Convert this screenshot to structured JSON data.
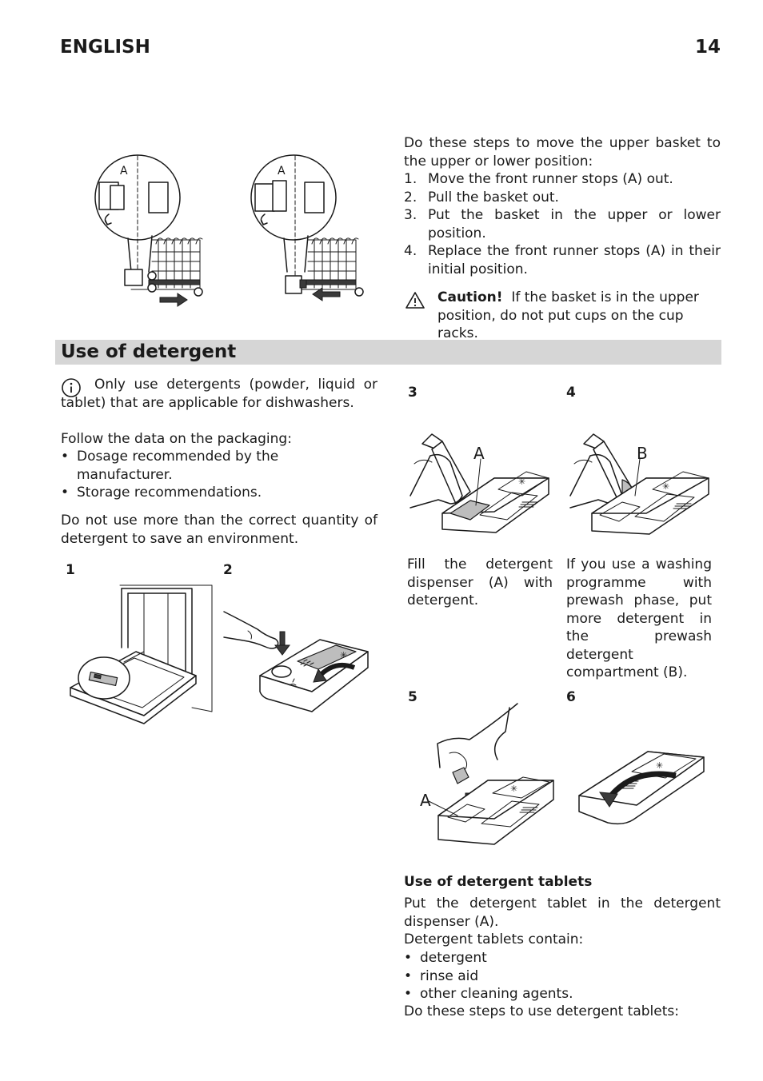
{
  "header": {
    "language": "ENGLISH",
    "page_number": "14"
  },
  "basket": {
    "figure_label_a": "A",
    "intro": "Do these steps to move the upper basket to the upper or lower position:",
    "steps": [
      {
        "num": "1.",
        "text": "Move the front runner stops (A) out."
      },
      {
        "num": "2.",
        "text": "Pull the basket out."
      },
      {
        "num": "3.",
        "text": "Put the basket in the upper or lower position."
      },
      {
        "num": "4.",
        "text": "Replace the front runner stops (A) in their initial position."
      }
    ],
    "caution_label": "Caution!",
    "caution_text": "If the basket is in the upper position, do not put cups on the cup racks."
  },
  "section": {
    "title": "Use of detergent"
  },
  "detergent": {
    "info_text": "Only use detergents (powder, liquid or tablet) that are applicable for dishwashers.",
    "follow": "Follow the data on the packaging:",
    "bullets": [
      "Dosage recommended by the manufacturer.",
      "Storage recommendations."
    ],
    "quantity_note": "Do not use more than the correct quantity of detergent to save an environment."
  },
  "figures": {
    "fig1_num": "1",
    "fig2_num": "2",
    "fig3_num": "3",
    "fig4_num": "4",
    "fig5_num": "5",
    "fig6_num": "6",
    "fig3_label": "A",
    "fig4_label": "B",
    "fig5_label": "A",
    "fig3_caption": "Fill the detergent dispenser (A) with detergent.",
    "fig4_caption": "If you use a washing programme with prewash phase, put more detergent in the prewash detergent compartment (B)."
  },
  "tablets": {
    "heading": "Use of detergent tablets",
    "intro": "Put the detergent tablet in the detergent dispenser (A).",
    "contain": "Detergent tablets contain:",
    "bullets": [
      "detergent",
      "rinse aid",
      "other cleaning agents."
    ],
    "steps_intro": "Do these steps to use detergent tablets:"
  },
  "icons": {
    "caution": "warning-triangle-icon",
    "info": "info-circle-icon"
  }
}
